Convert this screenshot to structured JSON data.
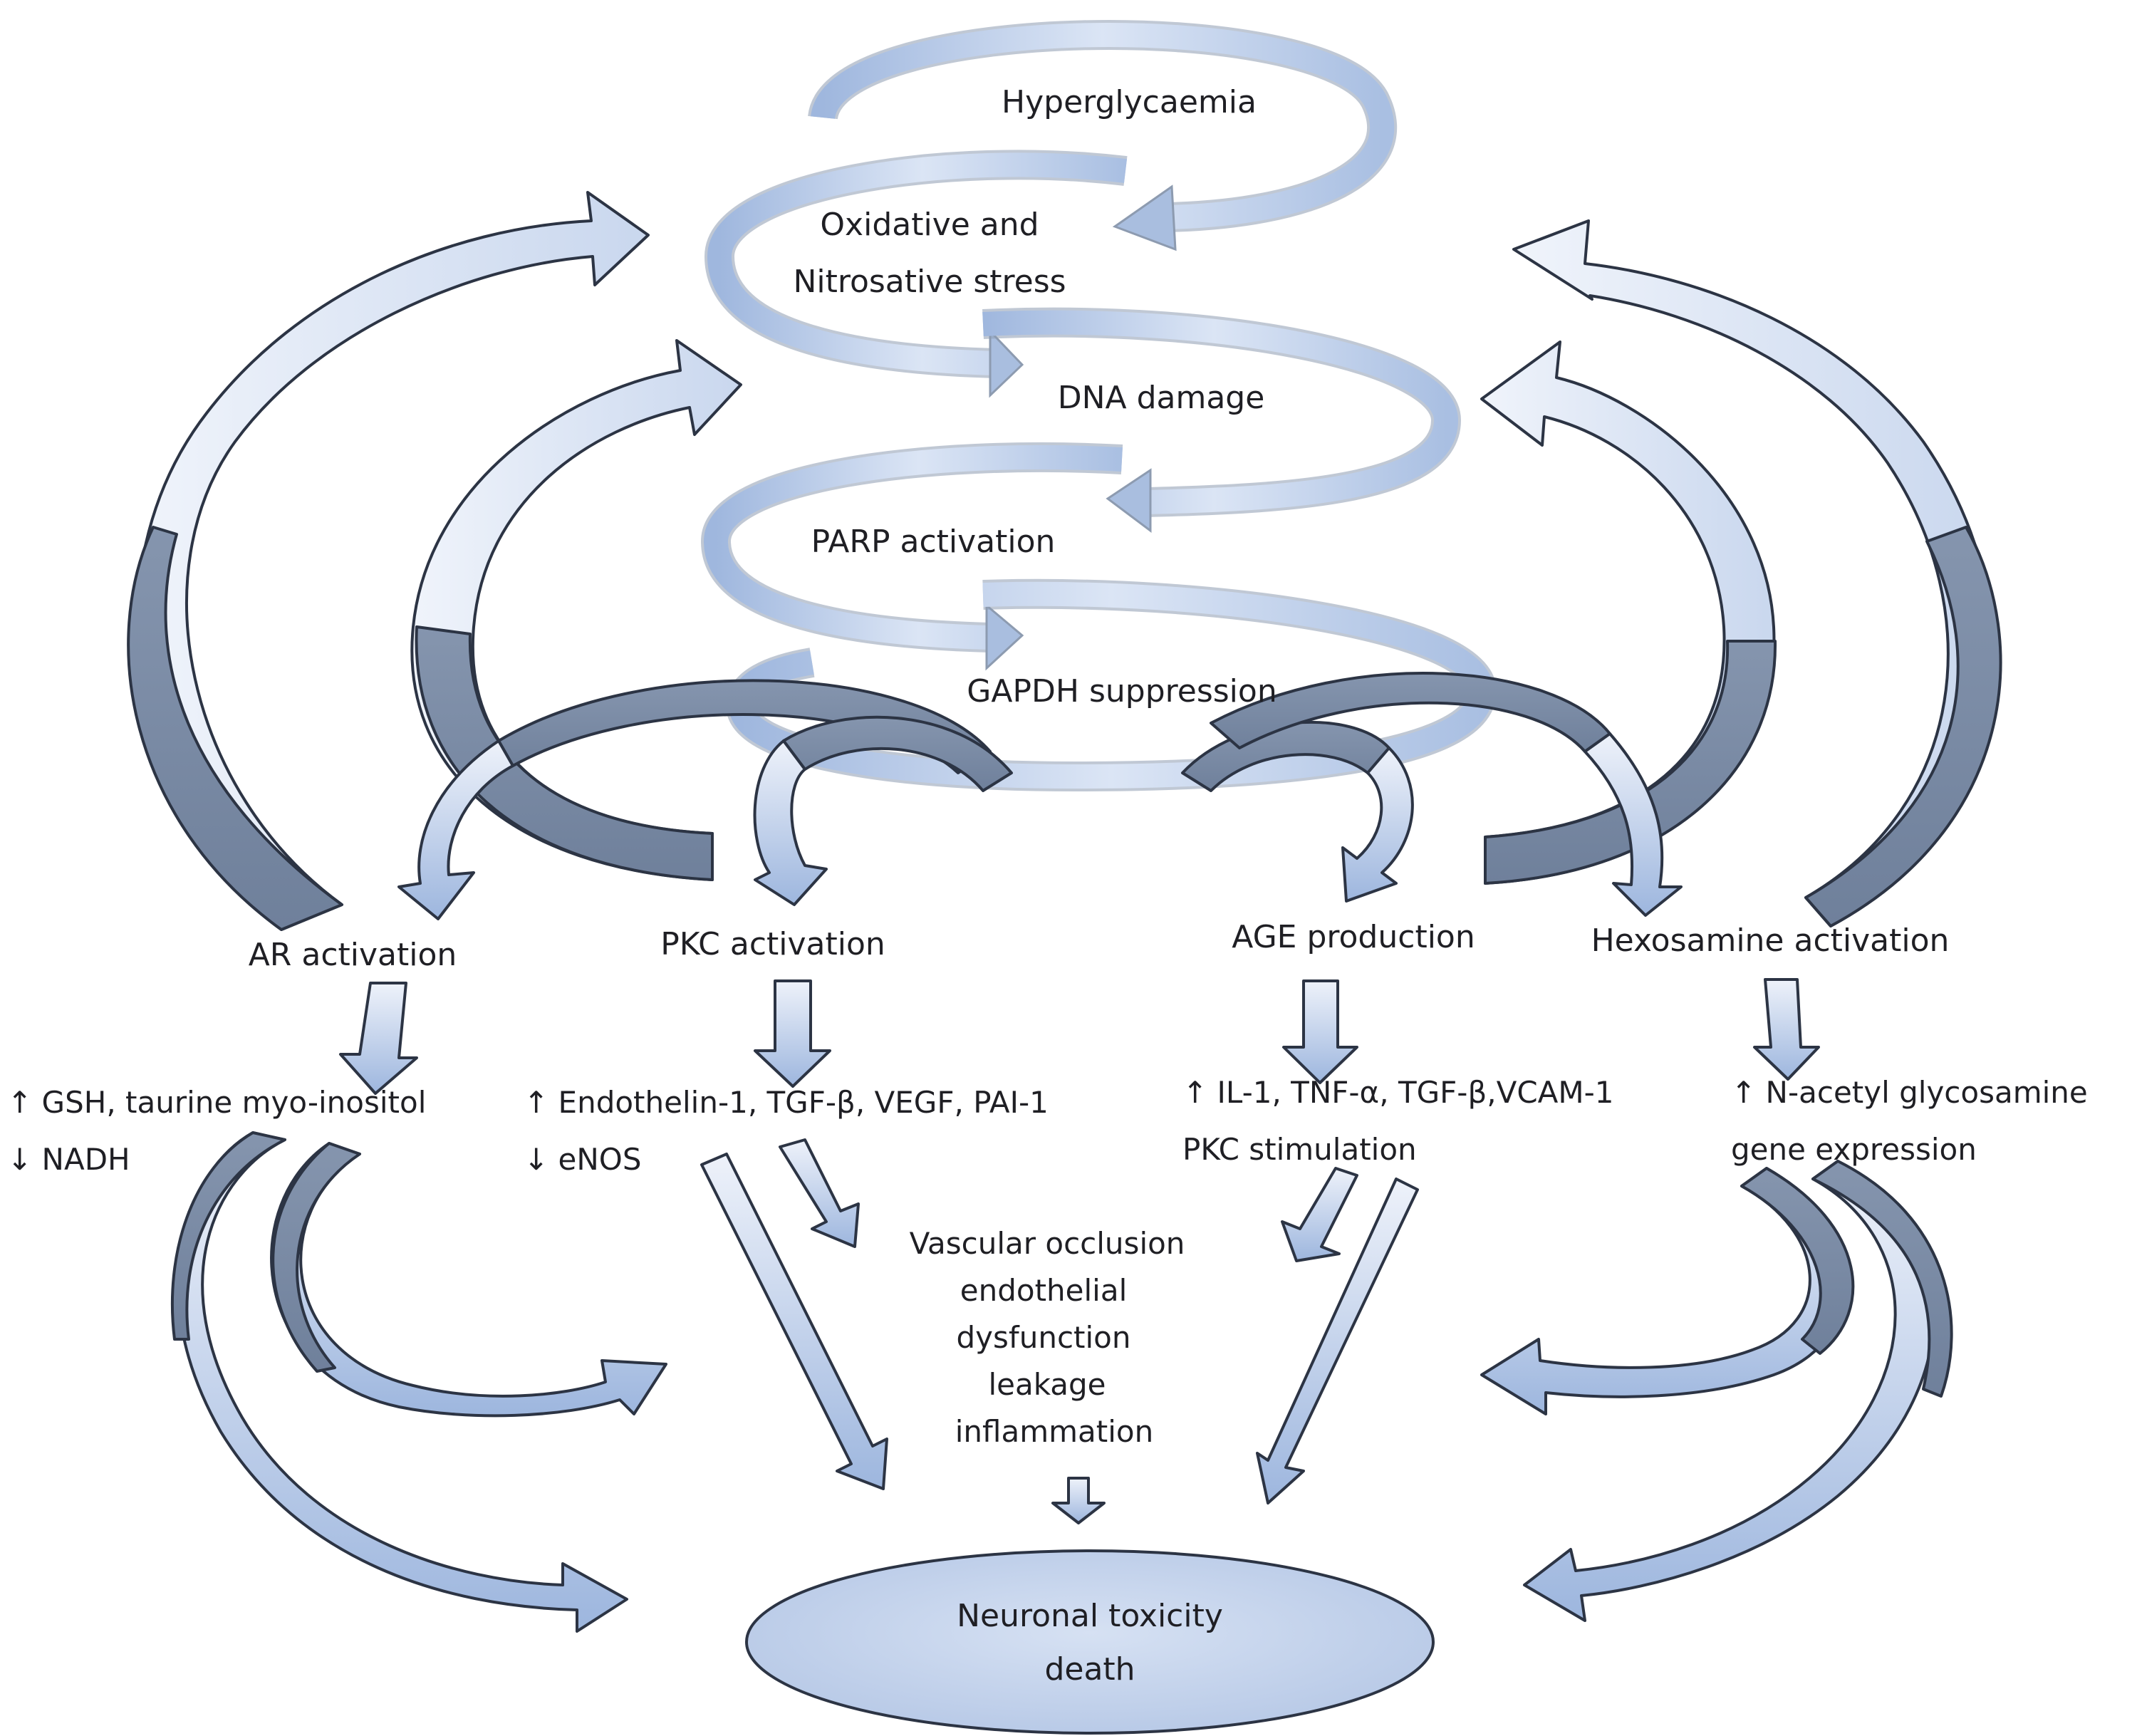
{
  "diagram": {
    "type": "pathway-flowchart",
    "colors": {
      "light_arrow_top": "#eef2fa",
      "light_arrow_bottom": "#9db6de",
      "dark_arrow": "#7b8ba5",
      "loop_arrow": "#b3c6e6",
      "outline": "#2c3444",
      "ellipse_fill": "#c5d4ec",
      "text": "#1f1f24"
    },
    "cascade": [
      {
        "id": "hyperglycaemia",
        "label": "Hyperglycaemia"
      },
      {
        "id": "oxidative",
        "lines": [
          "Oxidative and",
          "Nitrosative stress"
        ]
      },
      {
        "id": "dna-damage",
        "label": "DNA damage"
      },
      {
        "id": "parp",
        "label": "PARP activation"
      },
      {
        "id": "gapdh",
        "label": "GAPDH suppression"
      }
    ],
    "pathways": [
      {
        "id": "ar",
        "label": "AR activation",
        "effects": [
          "↑ GSH, taurine myo-inositol",
          "↓ NADH"
        ]
      },
      {
        "id": "pkc",
        "label": "PKC activation",
        "effects": [
          "↑ Endothelin-1, TGF-β, VEGF, PAI-1",
          "↓ eNOS"
        ]
      },
      {
        "id": "age",
        "label": "AGE production",
        "effects": [
          "↑ IL-1, TNF-α, TGF-β,VCAM-1",
          "PKC stimulation"
        ]
      },
      {
        "id": "hexosamine",
        "label": "Hexosamine activation",
        "effects": [
          "↑ N-acetyl glycosamine",
          "gene expression"
        ]
      }
    ],
    "vascular": {
      "lines": [
        "Vascular occlusion",
        "endothelial",
        "dysfunction",
        "leakage",
        "inflammation"
      ]
    },
    "outcome": {
      "lines": [
        "Neuronal toxicity",
        "death"
      ]
    },
    "connections": [
      {
        "from": "hyperglycaemia",
        "to": "oxidative"
      },
      {
        "from": "oxidative",
        "to": "dna-damage"
      },
      {
        "from": "dna-damage",
        "to": "parp"
      },
      {
        "from": "parp",
        "to": "gapdh"
      },
      {
        "from": "gapdh",
        "to": "ar"
      },
      {
        "from": "gapdh",
        "to": "pkc"
      },
      {
        "from": "gapdh",
        "to": "age"
      },
      {
        "from": "gapdh",
        "to": "hexosamine"
      },
      {
        "from": "ar",
        "to": "oxidative",
        "kind": "feedback"
      },
      {
        "from": "pkc",
        "to": "oxidative",
        "kind": "feedback"
      },
      {
        "from": "age",
        "to": "oxidative",
        "kind": "feedback"
      },
      {
        "from": "hexosamine",
        "to": "oxidative",
        "kind": "feedback"
      },
      {
        "from": "ar",
        "to": "ar-effects"
      },
      {
        "from": "pkc",
        "to": "pkc-effects"
      },
      {
        "from": "age",
        "to": "age-effects"
      },
      {
        "from": "hexosamine",
        "to": "hexosamine-effects"
      },
      {
        "from": "pkc-effects",
        "to": "vascular"
      },
      {
        "from": "age-effects",
        "to": "vascular"
      },
      {
        "from": "pkc-effects",
        "to": "outcome"
      },
      {
        "from": "age-effects",
        "to": "outcome"
      },
      {
        "from": "vascular",
        "to": "outcome"
      },
      {
        "from": "ar-effects",
        "to": "vascular"
      },
      {
        "from": "ar-effects",
        "to": "outcome"
      },
      {
        "from": "hexosamine-effects",
        "to": "vascular"
      },
      {
        "from": "hexosamine-effects",
        "to": "outcome"
      }
    ]
  }
}
